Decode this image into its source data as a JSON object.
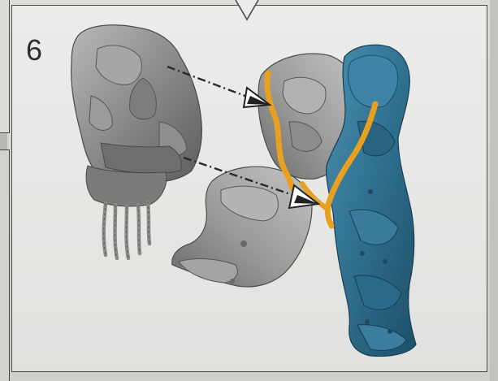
{
  "step": {
    "number": "6"
  },
  "colors": {
    "panel_border": "#4a4a4a",
    "gray_part": "#8f8f8f",
    "blue_part": "#2f6f8e",
    "glue_highlight": "#e8a020",
    "arrow": "#2a2a2a"
  },
  "figures": {
    "left_part": "gray-torso-front-armor",
    "right_assembly": "torso-with-blue-cape",
    "arrows": [
      "upper-join-arrow",
      "lower-join-arrow"
    ]
  }
}
